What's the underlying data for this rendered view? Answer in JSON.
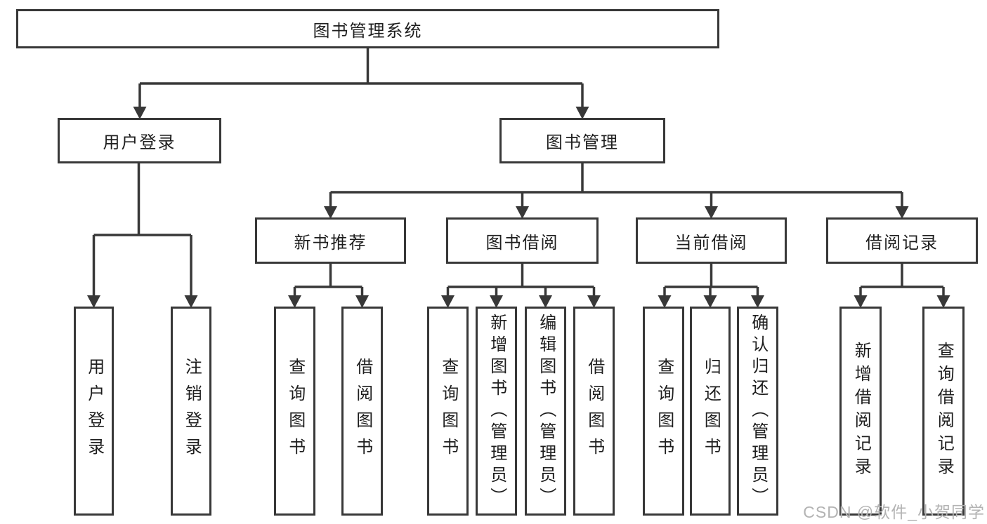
{
  "colors": {
    "line": "#383838",
    "text": "#1e1e1e",
    "watermark": "#b3b3b3",
    "bg": "#ffffff"
  },
  "tree": {
    "root": {
      "label": "图书管理系统"
    },
    "branches": [
      {
        "label": "用户登录",
        "children": [
          {
            "label": "用户登录"
          },
          {
            "label": "注销登录"
          }
        ]
      },
      {
        "label": "图书管理",
        "children": [
          {
            "label": "新书推荐",
            "children": [
              {
                "label": "查询图书"
              },
              {
                "label": "借阅图书"
              }
            ]
          },
          {
            "label": "图书借阅",
            "children": [
              {
                "label": "查询图书"
              },
              {
                "label": "新增图书（管理员）"
              },
              {
                "label": "编辑图书（管理员）"
              },
              {
                "label": "借阅图书"
              }
            ]
          },
          {
            "label": "当前借阅",
            "children": [
              {
                "label": "查询图书"
              },
              {
                "label": "归还图书"
              },
              {
                "label": "确认归还（管理员）"
              }
            ]
          },
          {
            "label": "借阅记录",
            "children": [
              {
                "label": "新增借阅记录"
              },
              {
                "label": "查询借阅记录"
              }
            ]
          }
        ]
      }
    ]
  },
  "watermark": {
    "text": "CSDN @软件_小贺同学"
  }
}
